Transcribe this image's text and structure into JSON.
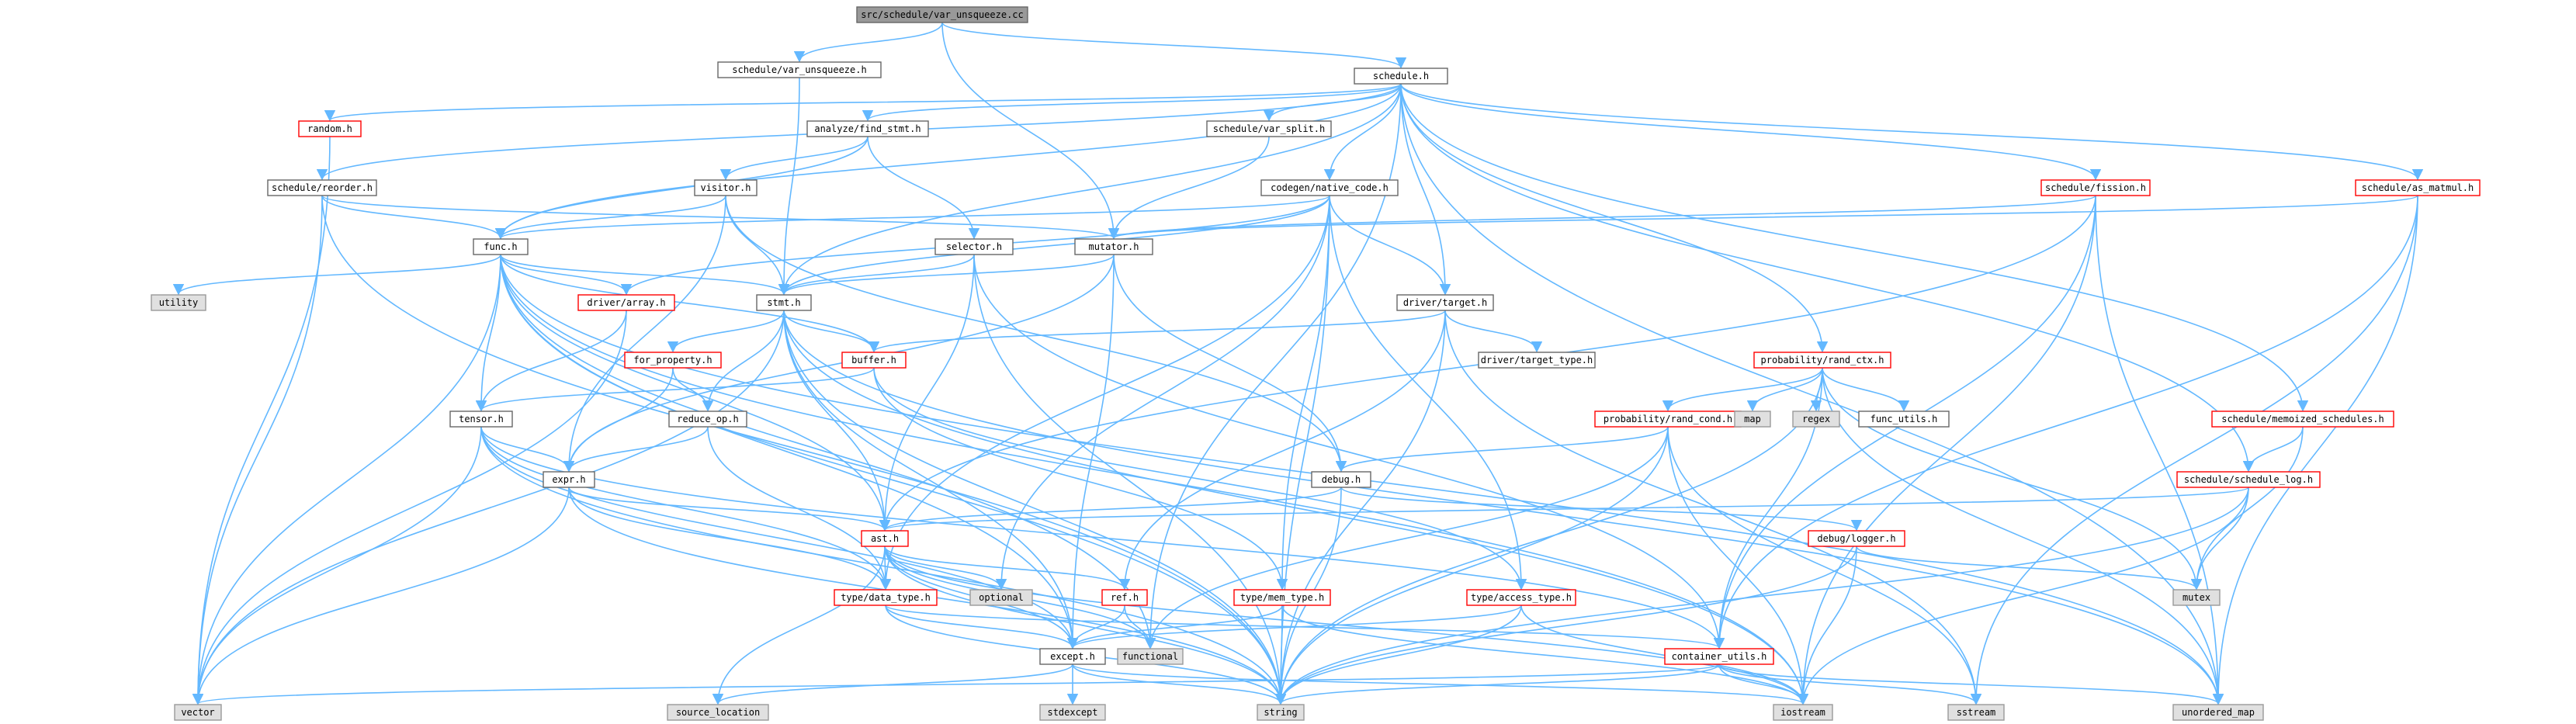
{
  "title": "src/schedule/var_unsqueeze.cc",
  "colors": {
    "root_fill": "#999999",
    "root_stroke": "#666666",
    "node_fill": "#ffffff",
    "node_stroke": "#666666",
    "incomplete_stroke": "#ff0000",
    "system_fill": "#e0e0e0",
    "system_stroke": "#999999",
    "edge": "#63b8ff"
  },
  "nodes": [
    {
      "id": "root",
      "label": "src/schedule/var_unsqueeze.cc",
      "kind": "root"
    },
    {
      "id": "schedvar",
      "label": "schedule/var_unsqueeze.h",
      "kind": "normal"
    },
    {
      "id": "schedule",
      "label": "schedule.h",
      "kind": "normal"
    },
    {
      "id": "random",
      "label": "random.h",
      "kind": "incomplete"
    },
    {
      "id": "analyze",
      "label": "analyze/find_stmt.h",
      "kind": "normal"
    },
    {
      "id": "varsplit",
      "label": "schedule/var_split.h",
      "kind": "normal"
    },
    {
      "id": "fission",
      "label": "schedule/fission.h",
      "kind": "incomplete"
    },
    {
      "id": "asmatmul",
      "label": "schedule/as_matmul.h",
      "kind": "incomplete"
    },
    {
      "id": "reorder",
      "label": "schedule/reorder.h",
      "kind": "normal"
    },
    {
      "id": "visitor",
      "label": "visitor.h",
      "kind": "normal"
    },
    {
      "id": "codegen",
      "label": "codegen/native_code.h",
      "kind": "normal"
    },
    {
      "id": "func",
      "label": "func.h",
      "kind": "normal"
    },
    {
      "id": "selector",
      "label": "selector.h",
      "kind": "normal"
    },
    {
      "id": "mutator",
      "label": "mutator.h",
      "kind": "normal"
    },
    {
      "id": "utility",
      "label": "utility",
      "kind": "system"
    },
    {
      "id": "driverarray",
      "label": "driver/array.h",
      "kind": "incomplete"
    },
    {
      "id": "stmt",
      "label": "stmt.h",
      "kind": "normal"
    },
    {
      "id": "drivertarget",
      "label": "driver/target.h",
      "kind": "normal"
    },
    {
      "id": "forprop",
      "label": "for_property.h",
      "kind": "incomplete"
    },
    {
      "id": "buffer",
      "label": "buffer.h",
      "kind": "incomplete"
    },
    {
      "id": "targettype",
      "label": "driver/target_type.h",
      "kind": "normal"
    },
    {
      "id": "randctx",
      "label": "probability/rand_ctx.h",
      "kind": "incomplete"
    },
    {
      "id": "memosched",
      "label": "schedule/memoized_schedules.h",
      "kind": "incomplete"
    },
    {
      "id": "tensor",
      "label": "tensor.h",
      "kind": "normal"
    },
    {
      "id": "reduceop",
      "label": "reduce_op.h",
      "kind": "normal"
    },
    {
      "id": "randcond",
      "label": "probability/rand_cond.h",
      "kind": "incomplete"
    },
    {
      "id": "map",
      "label": "map",
      "kind": "system"
    },
    {
      "id": "regex",
      "label": "regex",
      "kind": "system"
    },
    {
      "id": "funcutils",
      "label": "func_utils.h",
      "kind": "normal"
    },
    {
      "id": "schedlog",
      "label": "schedule/schedule_log.h",
      "kind": "incomplete"
    },
    {
      "id": "expr",
      "label": "expr.h",
      "kind": "normal"
    },
    {
      "id": "debug",
      "label": "debug.h",
      "kind": "normal"
    },
    {
      "id": "ast",
      "label": "ast.h",
      "kind": "incomplete"
    },
    {
      "id": "debuglogger",
      "label": "debug/logger.h",
      "kind": "incomplete"
    },
    {
      "id": "optional",
      "label": "optional",
      "kind": "system"
    },
    {
      "id": "ref",
      "label": "ref.h",
      "kind": "incomplete"
    },
    {
      "id": "memtype",
      "label": "type/mem_type.h",
      "kind": "incomplete"
    },
    {
      "id": "accesstype",
      "label": "type/access_type.h",
      "kind": "incomplete"
    },
    {
      "id": "datatype",
      "label": "type/data_type.h",
      "kind": "incomplete"
    },
    {
      "id": "mutex",
      "label": "mutex",
      "kind": "system"
    },
    {
      "id": "functional",
      "label": "functional",
      "kind": "system"
    },
    {
      "id": "except",
      "label": "except.h",
      "kind": "normal"
    },
    {
      "id": "containerutils",
      "label": "container_utils.h",
      "kind": "incomplete"
    },
    {
      "id": "vector",
      "label": "vector",
      "kind": "system"
    },
    {
      "id": "sourceloc",
      "label": "source_location",
      "kind": "system"
    },
    {
      "id": "stdexcept",
      "label": "stdexcept",
      "kind": "system"
    },
    {
      "id": "string",
      "label": "string",
      "kind": "system"
    },
    {
      "id": "iostream",
      "label": "iostream",
      "kind": "system"
    },
    {
      "id": "sstream",
      "label": "sstream",
      "kind": "system"
    },
    {
      "id": "unorderedmap",
      "label": "unordered_map",
      "kind": "system"
    }
  ],
  "edges": [
    [
      "root",
      "schedvar"
    ],
    [
      "root",
      "schedule"
    ],
    [
      "root",
      "mutator"
    ],
    [
      "schedvar",
      "stmt"
    ],
    [
      "schedule",
      "random"
    ],
    [
      "schedule",
      "analyze"
    ],
    [
      "schedule",
      "varsplit"
    ],
    [
      "schedule",
      "fission"
    ],
    [
      "schedule",
      "asmatmul"
    ],
    [
      "schedule",
      "reorder"
    ],
    [
      "schedule",
      "codegen"
    ],
    [
      "schedule",
      "func"
    ],
    [
      "schedule",
      "stmt"
    ],
    [
      "schedule",
      "drivertarget"
    ],
    [
      "schedule",
      "randctx"
    ],
    [
      "schedule",
      "memosched"
    ],
    [
      "schedule",
      "schedlog"
    ],
    [
      "schedule",
      "functional"
    ],
    [
      "schedule",
      "unorderedmap"
    ],
    [
      "random",
      "vector"
    ],
    [
      "analyze",
      "visitor"
    ],
    [
      "analyze",
      "selector"
    ],
    [
      "analyze",
      "func"
    ],
    [
      "varsplit",
      "mutator"
    ],
    [
      "fission",
      "mutator"
    ],
    [
      "fission",
      "containerutils"
    ],
    [
      "fission",
      "iostream"
    ],
    [
      "fission",
      "unorderedmap"
    ],
    [
      "fission",
      "ast"
    ],
    [
      "asmatmul",
      "mutator"
    ],
    [
      "asmatmul",
      "containerutils"
    ],
    [
      "asmatmul",
      "unorderedmap"
    ],
    [
      "asmatmul",
      "sstream"
    ],
    [
      "reorder",
      "func"
    ],
    [
      "reorder",
      "vector"
    ],
    [
      "reorder",
      "string"
    ],
    [
      "reorder",
      "mutator"
    ],
    [
      "visitor",
      "func"
    ],
    [
      "visitor",
      "stmt"
    ],
    [
      "visitor",
      "expr"
    ],
    [
      "visitor",
      "debug"
    ],
    [
      "codegen",
      "func"
    ],
    [
      "codegen",
      "driverarray"
    ],
    [
      "codegen",
      "drivertarget"
    ],
    [
      "codegen",
      "optional"
    ],
    [
      "codegen",
      "string"
    ],
    [
      "codegen",
      "accesstype"
    ],
    [
      "codegen",
      "memtype"
    ],
    [
      "codegen",
      "datatype"
    ],
    [
      "codegen",
      "stmt"
    ],
    [
      "func",
      "utility"
    ],
    [
      "func",
      "stmt"
    ],
    [
      "func",
      "driverarray"
    ],
    [
      "func",
      "buffer"
    ],
    [
      "func",
      "tensor"
    ],
    [
      "func",
      "vector"
    ],
    [
      "func",
      "string"
    ],
    [
      "func",
      "ast"
    ],
    [
      "func",
      "except"
    ],
    [
      "func",
      "functional"
    ],
    [
      "func",
      "unorderedmap"
    ],
    [
      "func",
      "iostream"
    ],
    [
      "selector",
      "stmt"
    ],
    [
      "selector",
      "ast"
    ],
    [
      "selector",
      "string"
    ],
    [
      "selector",
      "containerutils"
    ],
    [
      "mutator",
      "stmt"
    ],
    [
      "mutator",
      "debug"
    ],
    [
      "mutator",
      "except"
    ],
    [
      "mutator",
      "expr"
    ],
    [
      "driverarray",
      "tensor"
    ],
    [
      "driverarray",
      "vector"
    ],
    [
      "stmt",
      "forprop"
    ],
    [
      "stmt",
      "buffer"
    ],
    [
      "stmt",
      "reduceop"
    ],
    [
      "stmt",
      "ast"
    ],
    [
      "stmt",
      "vector"
    ],
    [
      "stmt",
      "string"
    ],
    [
      "stmt",
      "iostream"
    ],
    [
      "stmt",
      "unorderedmap"
    ],
    [
      "stmt",
      "except"
    ],
    [
      "drivertarget",
      "buffer"
    ],
    [
      "drivertarget",
      "targettype"
    ],
    [
      "drivertarget",
      "ref"
    ],
    [
      "drivertarget",
      "string"
    ],
    [
      "drivertarget",
      "sstream"
    ],
    [
      "forprop",
      "expr"
    ],
    [
      "forprop",
      "reduceop"
    ],
    [
      "buffer",
      "tensor"
    ],
    [
      "buffer",
      "memtype"
    ],
    [
      "buffer",
      "accesstype"
    ],
    [
      "tensor",
      "expr"
    ],
    [
      "tensor",
      "datatype"
    ],
    [
      "tensor",
      "except"
    ],
    [
      "tensor",
      "vector"
    ],
    [
      "tensor",
      "string"
    ],
    [
      "tensor",
      "containerutils"
    ],
    [
      "reduceop",
      "expr"
    ],
    [
      "reduceop",
      "datatype"
    ],
    [
      "randctx",
      "randcond"
    ],
    [
      "randctx",
      "map"
    ],
    [
      "randctx",
      "regex"
    ],
    [
      "randctx",
      "funcutils"
    ],
    [
      "randctx",
      "containerutils"
    ],
    [
      "randctx",
      "mutex"
    ],
    [
      "randctx",
      "unorderedmap"
    ],
    [
      "randctx",
      "string"
    ],
    [
      "randcond",
      "debug"
    ],
    [
      "randcond",
      "functional"
    ],
    [
      "randcond",
      "string"
    ],
    [
      "randcond",
      "iostream"
    ],
    [
      "randcond",
      "sstream"
    ],
    [
      "memosched",
      "schedlog"
    ],
    [
      "memosched",
      "mutex"
    ],
    [
      "schedlog",
      "ast"
    ],
    [
      "schedlog",
      "mutex"
    ],
    [
      "schedlog",
      "iostream"
    ],
    [
      "schedlog",
      "string"
    ],
    [
      "expr",
      "ast"
    ],
    [
      "expr",
      "datatype"
    ],
    [
      "expr",
      "vector"
    ],
    [
      "expr",
      "string"
    ],
    [
      "debug",
      "ast"
    ],
    [
      "debug",
      "debuglogger"
    ],
    [
      "debug",
      "string"
    ],
    [
      "debuglogger",
      "mutex"
    ],
    [
      "debuglogger",
      "iostream"
    ],
    [
      "debuglogger",
      "string"
    ],
    [
      "ast",
      "ref"
    ],
    [
      "ast",
      "datatype"
    ],
    [
      "ast",
      "optional"
    ],
    [
      "ast",
      "sourceloc"
    ],
    [
      "ast",
      "string"
    ],
    [
      "ast",
      "except"
    ],
    [
      "ast",
      "functional"
    ],
    [
      "ast",
      "iostream"
    ],
    [
      "ref",
      "except"
    ],
    [
      "ref",
      "functional"
    ],
    [
      "memtype",
      "except"
    ],
    [
      "memtype",
      "string"
    ],
    [
      "memtype",
      "iostream"
    ],
    [
      "accesstype",
      "except"
    ],
    [
      "accesstype",
      "string"
    ],
    [
      "accesstype",
      "iostream"
    ],
    [
      "datatype",
      "except"
    ],
    [
      "datatype",
      "containerutils"
    ],
    [
      "datatype",
      "string"
    ],
    [
      "except",
      "stdexcept"
    ],
    [
      "except",
      "string"
    ],
    [
      "except",
      "sourceloc"
    ],
    [
      "except",
      "iostream"
    ],
    [
      "containerutils",
      "vector"
    ],
    [
      "containerutils",
      "iostream"
    ],
    [
      "containerutils",
      "sstream"
    ],
    [
      "containerutils",
      "string"
    ],
    [
      "containerutils",
      "unorderedmap"
    ]
  ]
}
